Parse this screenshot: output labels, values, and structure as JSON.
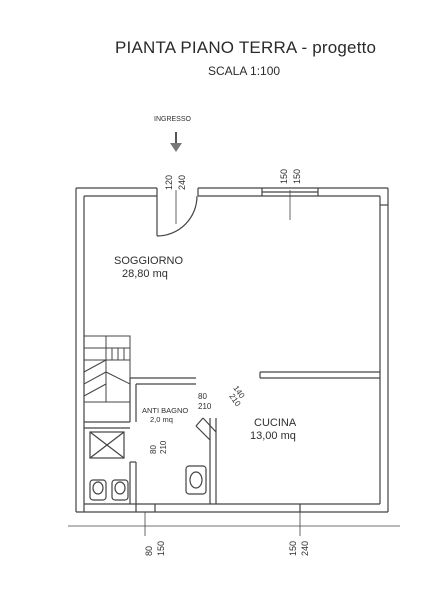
{
  "title": "PIANTA PIANO TERRA - progetto",
  "scale": "SCALA 1:100",
  "entrance": "INGRESSO",
  "rooms": {
    "living_name": "SOGGIORNO",
    "living_area": "28,80 mq",
    "kitchen_name": "CUCINA",
    "kitchen_area": "13,00 mq",
    "antibath_name": "ANTI BAGNO",
    "antibath_area": "2,0 mq"
  },
  "dims": {
    "entrance_w": "120",
    "entrance_h": "240",
    "window_top_w": "150",
    "window_top_h": "150",
    "antibath_door_w": "80",
    "antibath_door_h": "210",
    "kitchen_door_w": "140",
    "kitchen_door_h": "210",
    "bath_door_w": "80",
    "bath_door_h": "210",
    "bottom_left_w": "80",
    "bottom_left_h": "150",
    "bottom_right_w": "150",
    "bottom_right_h": "240"
  }
}
